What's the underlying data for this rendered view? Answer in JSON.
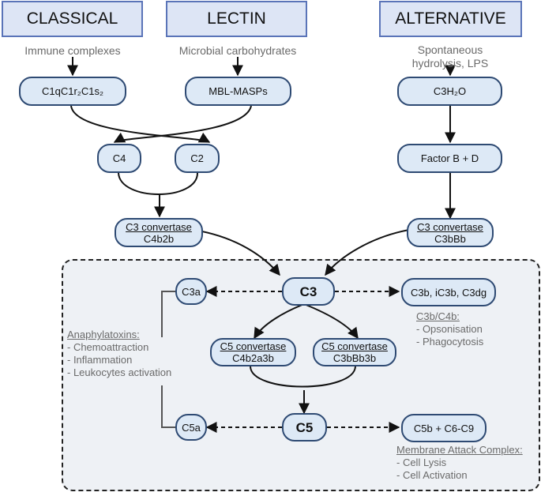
{
  "headers": {
    "classical": "CLASSICAL",
    "lectin": "LECTIN",
    "alternative": "ALTERNATIVE"
  },
  "triggers": {
    "classical": "Immune complexes",
    "lectin": "Microbial carbohydrates",
    "alternative_line1": "Spontaneous",
    "alternative_line2": "hydrolysis, LPS"
  },
  "nodes": {
    "c1q": "C1qC1r₂C1s₂",
    "mbl": "MBL-MASPs",
    "c3h2o": "C3H₂O",
    "c4": "C4",
    "c2": "C2",
    "factor_bd": "Factor B + D",
    "c3conv_classical_title": "C3 convertase",
    "c3conv_classical_name": "C4b2b",
    "c3conv_alt_title": "C3 convertase",
    "c3conv_alt_name": "C3bBb",
    "c3": "C3",
    "c3a": "C3a",
    "c3b_products": "C3b, iC3b, C3dg",
    "c5conv_classical_title": "C5 convertase",
    "c5conv_classical_name": "C4b2a3b",
    "c5conv_alt_title": "C5 convertase",
    "c5conv_alt_name": "C3bBb3b",
    "c5": "C5",
    "c5a": "C5a",
    "c5b_c9": "C5b + C6-C9"
  },
  "notes": {
    "anaphylatoxins": {
      "heading": "Anaphylatoxins:",
      "items": [
        "- Chemoattraction",
        "- Inflammation",
        "- Leukocytes activation"
      ]
    },
    "c3b_c4b": {
      "heading": "C3b/C4b:",
      "items": [
        "- Opsonisation",
        "- Phagocytosis"
      ]
    },
    "mac": {
      "heading": "Membrane Attack Complex:",
      "items": [
        "- Cell Lysis",
        "- Cell Activation"
      ]
    }
  },
  "colors": {
    "header_fill": "#dde5f5",
    "header_border": "#5a74b8",
    "node_fill": "#dde9f6",
    "node_border": "#2e4a73",
    "panel_fill": "#eef1f5",
    "label_text": "#6a6a6a"
  }
}
